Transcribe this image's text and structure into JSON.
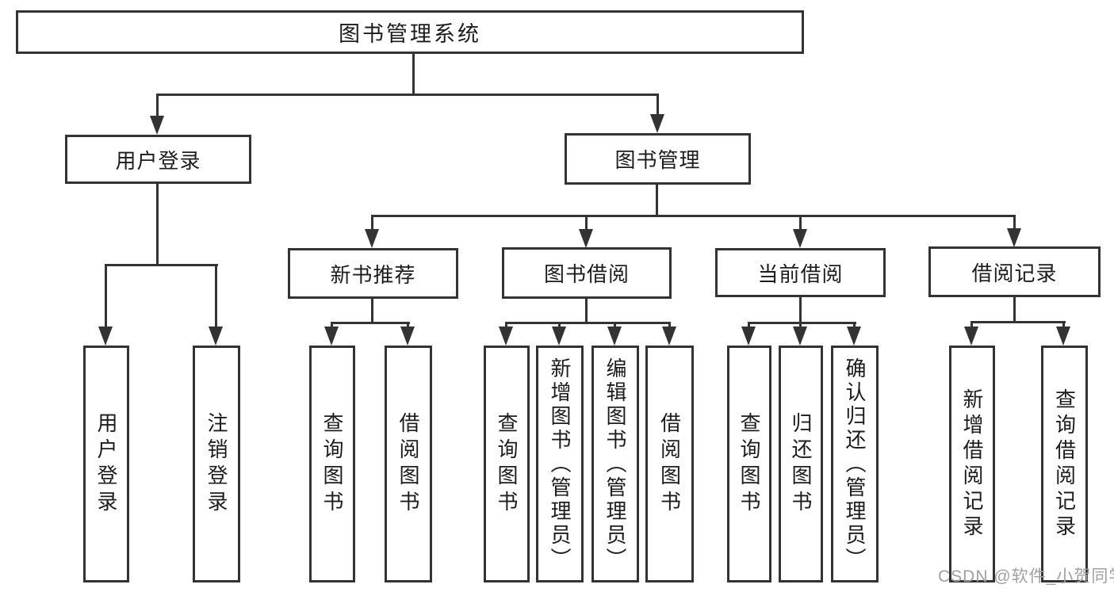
{
  "diagram": {
    "type": "hierarchy-tree",
    "title": "图书管理系统",
    "nodes": {
      "root": {
        "label": "图书管理系统"
      },
      "user_login": {
        "label": "用户登录"
      },
      "book_management": {
        "label": "图书管理"
      },
      "new_book_recommend": {
        "label": "新书推荐"
      },
      "book_borrowing": {
        "label": "图书借阅"
      },
      "current_borrowing": {
        "label": "当前借阅"
      },
      "borrowing_records": {
        "label": "借阅记录"
      }
    },
    "leaves": [
      {
        "label": "用户登录",
        "parent": "用户登录"
      },
      {
        "label": "注销登录",
        "parent": "用户登录"
      },
      {
        "label": "查询图书",
        "parent": "新书推荐"
      },
      {
        "label": "借阅图书",
        "parent": "新书推荐"
      },
      {
        "label": "查询图书",
        "parent": "图书借阅"
      },
      {
        "label": "新增图书（管理员）",
        "parent": "图书借阅"
      },
      {
        "label": "编辑图书（管理员）",
        "parent": "图书借阅"
      },
      {
        "label": "借阅图书",
        "parent": "图书借阅"
      },
      {
        "label": "查询图书",
        "parent": "当前借阅"
      },
      {
        "label": "归还图书",
        "parent": "当前借阅"
      },
      {
        "label": "确认归还（管理员）",
        "parent": "当前借阅"
      },
      {
        "label": "新增借阅记录",
        "parent": "借阅记录"
      },
      {
        "label": "查询借阅记录",
        "parent": "借阅记录"
      }
    ],
    "colors": {
      "line": "#333333",
      "text": "#1c1c1c",
      "background": "#ffffff",
      "watermark": "#a0a0a0"
    }
  },
  "watermark": "CSDN @软件_小贺同学"
}
